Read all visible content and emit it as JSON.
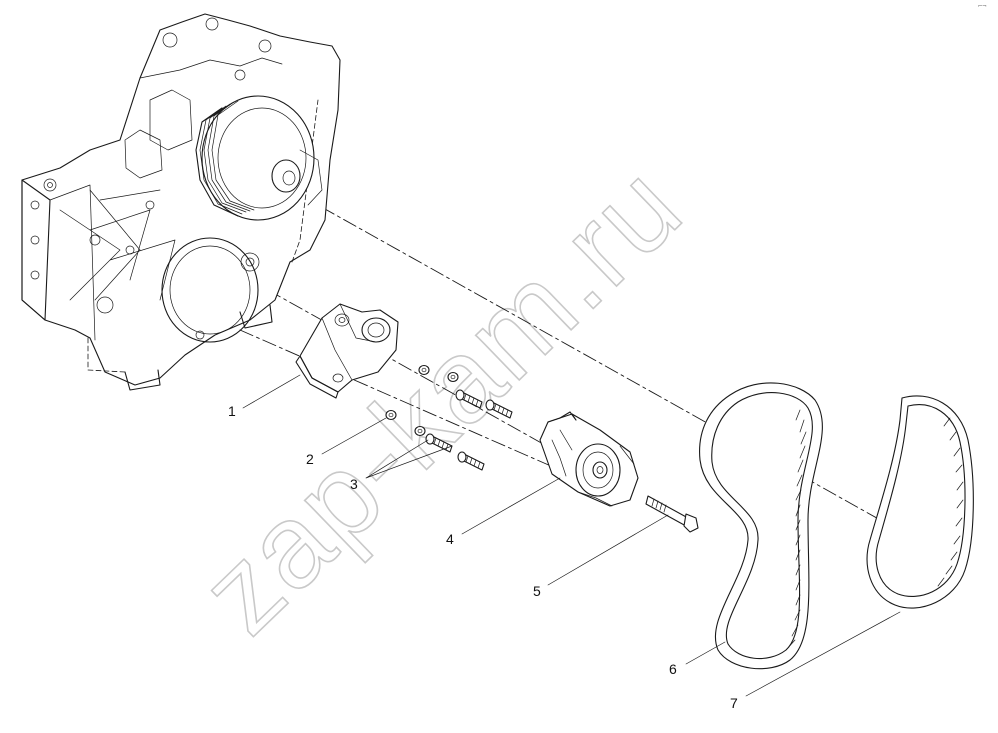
{
  "watermark": "zap-kam.ru",
  "corner_mark": "⌐¬",
  "callouts": [
    {
      "id": "1",
      "label": "1"
    },
    {
      "id": "2",
      "label": "2"
    },
    {
      "id": "3",
      "label": "3"
    },
    {
      "id": "4",
      "label": "4"
    },
    {
      "id": "5",
      "label": "5"
    },
    {
      "id": "6",
      "label": "6"
    },
    {
      "id": "7",
      "label": "7"
    }
  ]
}
